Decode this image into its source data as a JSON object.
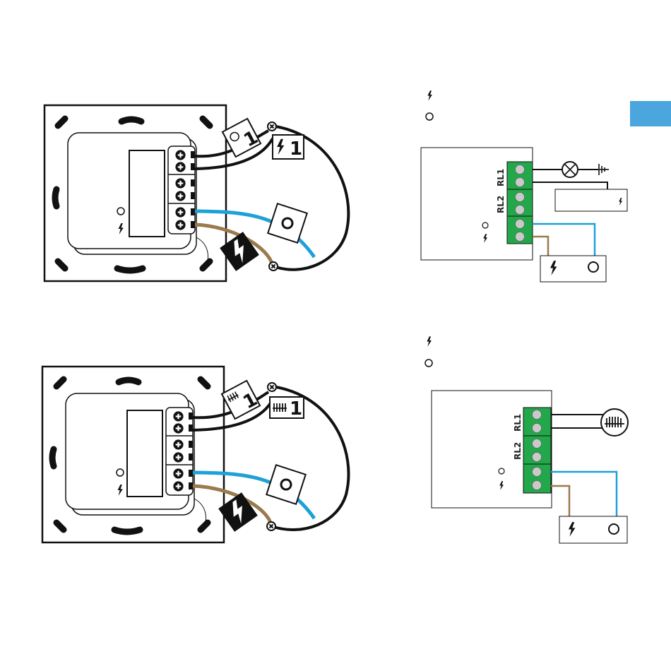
{
  "colors": {
    "terminal_green": "#22a84a",
    "terminal_dot": "#c9c9c9",
    "neutral_wire": "#1ea1d9",
    "live_wire": "#9b7a4e",
    "side_tab": "#4aa6dd",
    "line": "#111111"
  },
  "icons": [
    "live-symbol-icon",
    "neutral-symbol-icon",
    "lamp-icon",
    "earth-icon",
    "radiator-icon",
    "screw-icon"
  ],
  "diagrams": [
    {
      "legend": {
        "live_symbol": "live-symbol-icon",
        "neutral_symbol": "neutral-symbol-icon"
      },
      "relay1_label": "RL1",
      "relay2_label": "RL2",
      "tag_number": "1",
      "load": "lamp"
    },
    {
      "legend": {
        "live_symbol": "live-symbol-icon",
        "neutral_symbol": "neutral-symbol-icon"
      },
      "relay1_label": "RL1",
      "relay2_label": "RL2",
      "tag_number": "1",
      "load": "radiator"
    }
  ]
}
